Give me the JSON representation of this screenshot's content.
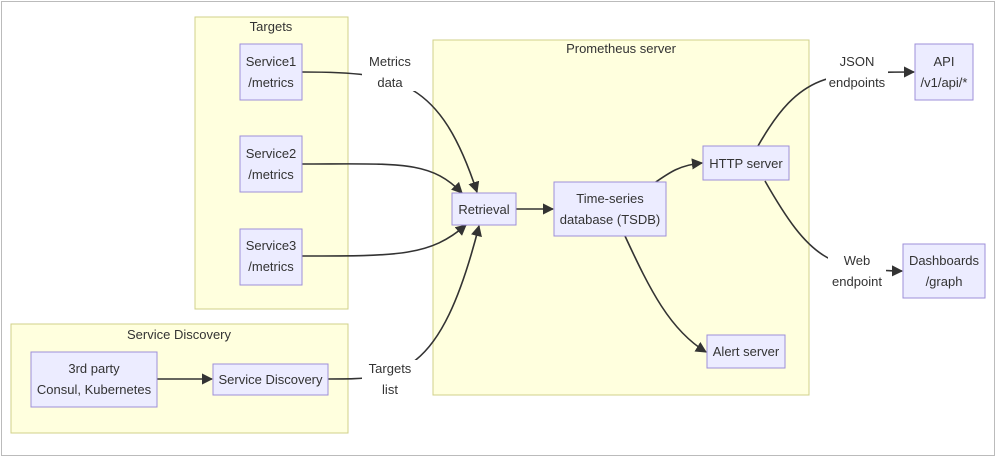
{
  "colors": {
    "cluster_fill": "#ffffde",
    "cluster_stroke": "#d0d08a",
    "node_fill": "#ececff",
    "node_stroke": "#9e8fd8",
    "edge": "#333333"
  },
  "clusters": {
    "targets": {
      "title": "Targets"
    },
    "service_discovery": {
      "title": "Service Discovery"
    },
    "prometheus_server": {
      "title": "Prometheus server"
    }
  },
  "nodes": {
    "service1": {
      "line1": "Service1",
      "line2": "/metrics"
    },
    "service2": {
      "line1": "Service2",
      "line2": "/metrics"
    },
    "service3": {
      "line1": "Service3",
      "line2": "/metrics"
    },
    "third_party": {
      "line1": "3rd party",
      "line2": "Consul, Kubernetes"
    },
    "service_discovery": {
      "line1": "Service Discovery"
    },
    "retrieval": {
      "line1": "Retrieval"
    },
    "tsdb": {
      "line1": "Time-series",
      "line2": "database (TSDB)"
    },
    "http_server": {
      "line1": "HTTP server"
    },
    "alert_server": {
      "line1": "Alert server"
    },
    "api": {
      "line1": "API",
      "line2": "/v1/api/*"
    },
    "dashboards": {
      "line1": "Dashboards",
      "line2": "/graph"
    }
  },
  "edge_labels": {
    "metrics_data": {
      "line1": "Metrics",
      "line2": "data"
    },
    "targets_list": {
      "line1": "Targets",
      "line2": "list"
    },
    "json_endpoints": {
      "line1": "JSON",
      "line2": "endpoints"
    },
    "web_endpoint": {
      "line1": "Web",
      "line2": "endpoint"
    }
  }
}
